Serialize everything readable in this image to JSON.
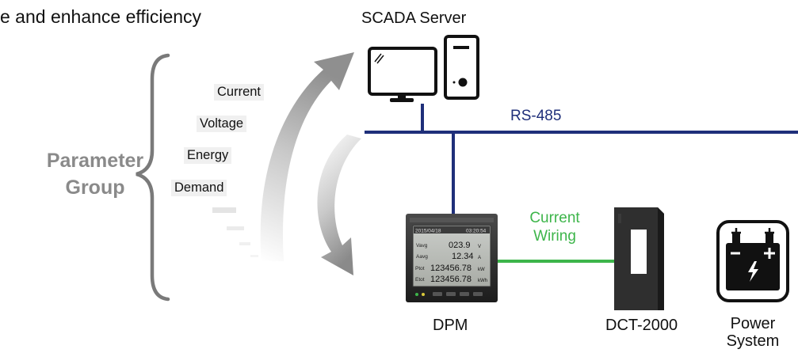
{
  "header_text": "e and enhance efficiency",
  "scada": {
    "label": "SCADA Server"
  },
  "bus": {
    "label": "RS-485",
    "color": "#1f2f7a"
  },
  "parameter_group": {
    "title_line1": "Parameter",
    "title_line2": "Group",
    "items": [
      "Current",
      "Voltage",
      "Energy",
      "Demand"
    ],
    "title_color": "#8a8a8a"
  },
  "wiring": {
    "line1": "Current",
    "line2": "Wiring",
    "color": "#3db54a"
  },
  "dpm": {
    "label": "DPM",
    "screen": {
      "row0": "2015/04/18",
      "row0b": "03:20:54",
      "row1_label": "Vavg",
      "row1_value": "023.9",
      "row1_unit": "V",
      "row2_label": "Aavg",
      "row2_value": "12.34",
      "row2_unit": "A",
      "row3_label": "Ptot",
      "row3_value": "123456.78",
      "row3_unit": "kW",
      "row4_label": "Etot",
      "row4_value": "123456.78",
      "row4_unit": "kWh"
    }
  },
  "ct": {
    "label": "DCT-2000"
  },
  "power": {
    "line1": "Power",
    "line2": "System"
  }
}
